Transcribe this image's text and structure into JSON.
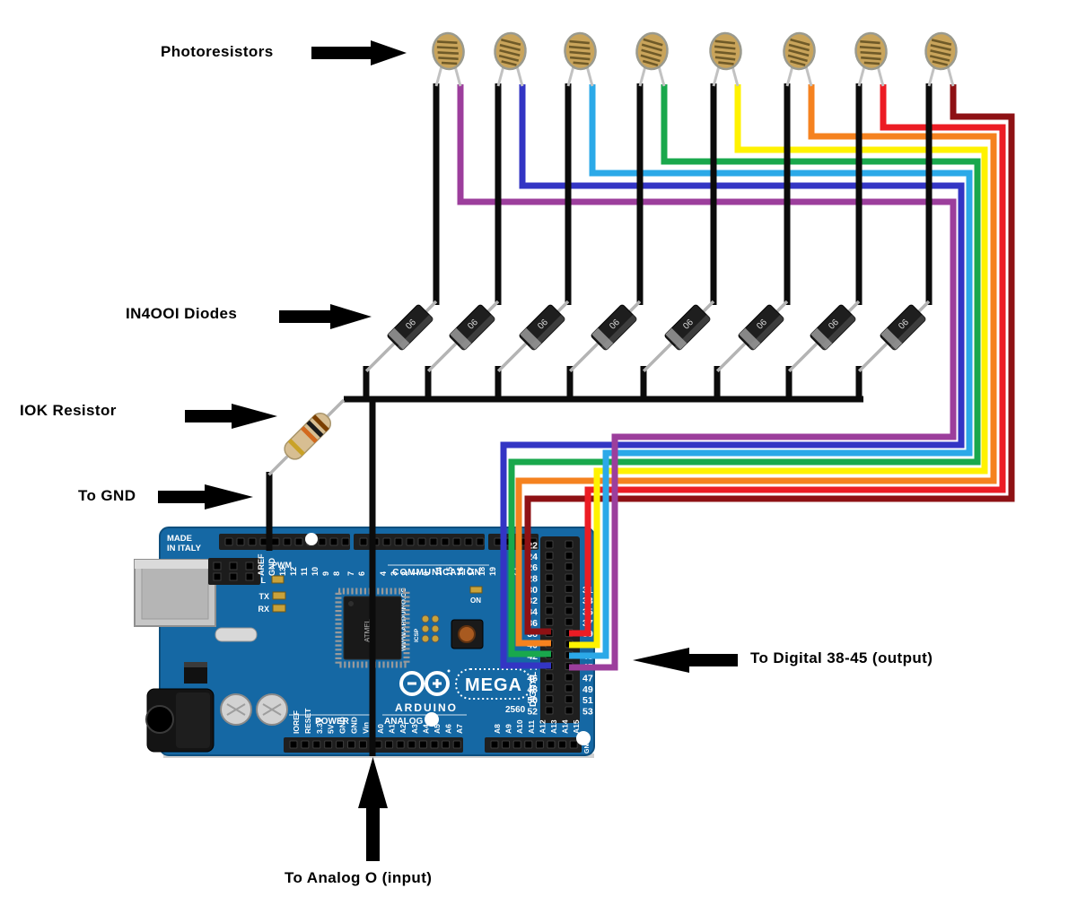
{
  "title_labels": {
    "photoresistors": "Photoresistors",
    "diodes": "IN4OOI Diodes",
    "resistor": "IOK Resistor",
    "to_gnd": "To GND",
    "to_digital": "To Digital 38-45 (output)",
    "to_analog": "To Analog O (input)"
  },
  "wires": {
    "black_hex": "#0b0b0b",
    "channels": [
      {
        "name": "purple",
        "hex": "#9C3E9C",
        "digital_pin": "45"
      },
      {
        "name": "blue",
        "hex": "#3335C4",
        "digital_pin": "44"
      },
      {
        "name": "cyan",
        "hex": "#2BA9E8",
        "digital_pin": "43"
      },
      {
        "name": "green",
        "hex": "#19A84C",
        "digital_pin": "42"
      },
      {
        "name": "yellow",
        "hex": "#FFF200",
        "digital_pin": "41"
      },
      {
        "name": "orange",
        "hex": "#F5821F",
        "digital_pin": "40"
      },
      {
        "name": "red",
        "hex": "#EC1C24",
        "digital_pin": "39"
      },
      {
        "name": "dark-red",
        "hex": "#8E1114",
        "digital_pin": "38"
      }
    ]
  },
  "components": {
    "photoresistor_count": 8,
    "diode_count": 8,
    "diode_marking": "06"
  },
  "board": {
    "board_hex": "#1568A4",
    "made_in_line1": "MADE",
    "made_in_line2": "IN ITALY",
    "brand": "ARDUINO",
    "model": "MEGA",
    "model_number": "2560",
    "chip_label": "ATMEL",
    "communication": "COMMUNICATION",
    "pwm": "PWM",
    "digital": "DIGITAL",
    "power": "POWER",
    "analog_in": "ANALOG IN",
    "website": "WWW.ARDUINO.CC",
    "icsp": "ICSP",
    "on_label": "ON",
    "led_labels": [
      "L",
      "TX",
      "RX"
    ],
    "gnd_corner": "GND",
    "top_pins": [
      "AREF",
      "GND",
      "13",
      "12",
      "11",
      "10",
      "9",
      "8",
      "7",
      "6",
      "5",
      "4",
      "3",
      "2",
      "1",
      "0",
      "14",
      "15",
      "16",
      "17",
      "18",
      "19",
      "20",
      "21"
    ],
    "power_pins": [
      "IOREF",
      "RESET",
      "3.3V",
      "5V",
      "GND",
      "GND",
      "Vin"
    ],
    "analog_pins_1": [
      "A0",
      "A1",
      "A2",
      "A3",
      "A4",
      "A5",
      "A6",
      "A7"
    ],
    "analog_pins_2": [
      "A8",
      "A9",
      "A10",
      "A11",
      "A12",
      "A13",
      "A14",
      "A15"
    ],
    "digital_pins_left": [
      "22",
      "24",
      "26",
      "28",
      "30",
      "32",
      "34",
      "36",
      "38",
      "40",
      "42",
      "44",
      "46",
      "48",
      "50",
      "52"
    ],
    "digital_pins_right": [
      "31",
      "33",
      "35",
      "37",
      "39",
      "41",
      "43",
      "45",
      "47",
      "49",
      "51",
      "53"
    ]
  }
}
